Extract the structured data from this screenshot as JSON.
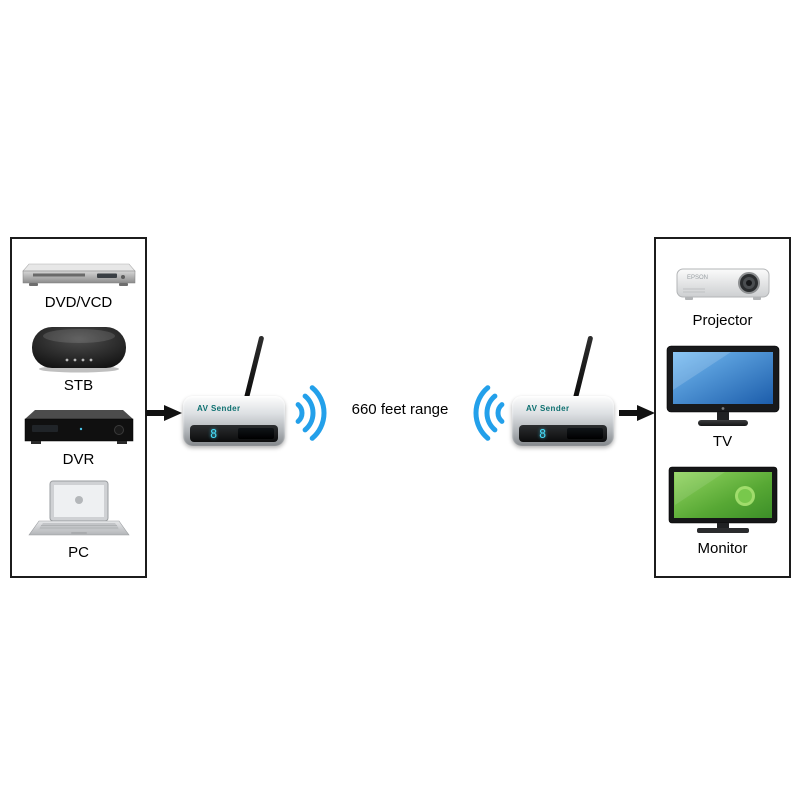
{
  "range_label": "660 feet range",
  "source_panel": {
    "items": [
      {
        "label": "DVD/VCD",
        "icon": "dvd-player"
      },
      {
        "label": "STB",
        "icon": "set-top-box"
      },
      {
        "label": "DVR",
        "icon": "dvr"
      },
      {
        "label": "PC",
        "icon": "laptop"
      }
    ]
  },
  "display_panel": {
    "items": [
      {
        "label": "Projector",
        "icon": "projector",
        "brand": "EPSON"
      },
      {
        "label": "TV",
        "icon": "tv"
      },
      {
        "label": "Monitor",
        "icon": "monitor"
      }
    ]
  },
  "transmitter": {
    "brand": "AV Sender",
    "display_value": "8"
  },
  "receiver": {
    "brand": "AV Sender",
    "display_value": "8"
  },
  "colors": {
    "wifi_blue": "#23a0ea",
    "digit_cyan": "#45d9f5",
    "tv_screen_blue": "#2f7fd0",
    "monitor_green": "#5fae36"
  }
}
